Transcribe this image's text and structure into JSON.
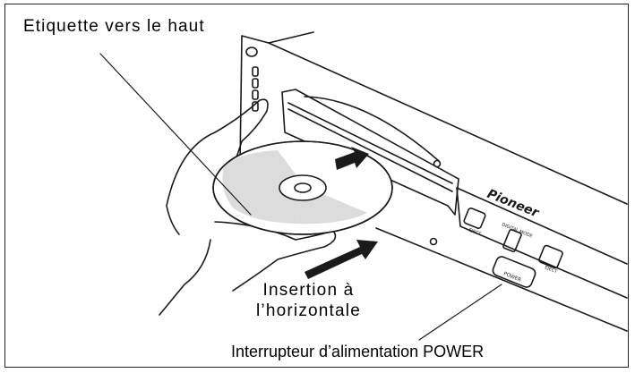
{
  "callouts": {
    "label_side_up": "Etiquette vers le haut",
    "insert_line1": "Insertion à",
    "insert_line2": "l’horizontale",
    "power_switch": "Interrupteur d’alimentation POWER"
  },
  "device": {
    "brand": "Pioneer",
    "eject_left": "EJECT",
    "eject_right": "EJECT",
    "digital_mode": "DIGITAL MODE",
    "power_button": "POWER"
  },
  "icons": [
    "disc-icon",
    "hand-icon",
    "insert-arrow-icon"
  ],
  "colors": {
    "line": "#1a1a1a",
    "disc_label": "#dcdcdc",
    "background": "#ffffff"
  }
}
